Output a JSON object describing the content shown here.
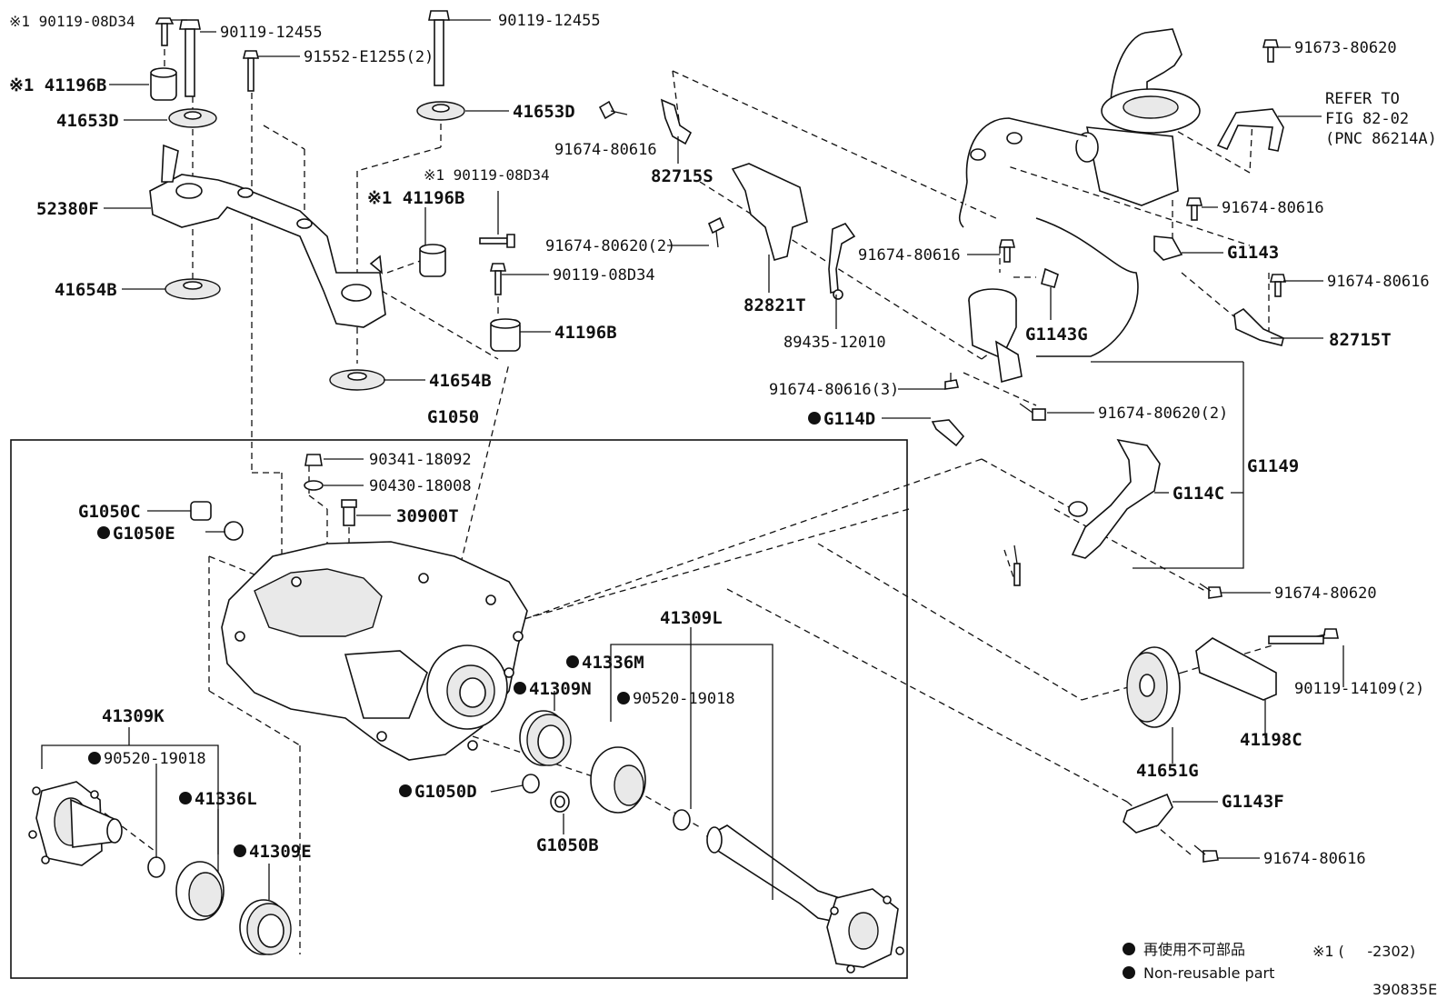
{
  "labels": {
    "p9011908D34_top": "※1 90119-08D34",
    "p9011912455_a": "90119-12455",
    "p9011912455_b": "90119-12455",
    "p91552E1255": "91552-E1255(2)",
    "p41196B_top": "※1 41196B",
    "p41653D_left": "41653D",
    "p41653D_mid": "41653D",
    "p52380F": "52380F",
    "p41654B_left": "41654B",
    "p41654B_mid": "41654B",
    "p9011908D34_mid": "※1 90119-08D34",
    "p41196B_mid": "※1 41196B",
    "p9011908D34_low": "90119-08D34",
    "p41196B_low": "41196B",
    "p9167480616_a": "91674-80616",
    "p82715S": "82715S",
    "p9167480620_2a": "91674-80620(2)",
    "p82821T": "82821T",
    "p8943512010": "89435-12010",
    "p9167380620": "91673-80620",
    "refer1": "REFER TO",
    "refer2": "FIG 82-02",
    "refer3": "(PNC 86214A)",
    "p9167480616_b": "91674-80616",
    "pG1143": "G1143",
    "p9167480616_c": "91674-80616",
    "pG1143G": "G1143G",
    "p9167480616_d": "91674-80616",
    "p82715T": "82715T",
    "p9167480616_3": "91674-80616(3)",
    "p9167480620_2b": "91674-80620(2)",
    "pG114D": "G114D",
    "pG1149": "G1149",
    "pG114C": "G114C",
    "p9167480620_c": "91674-80620",
    "pG1050": "G1050",
    "p9034118092": "90341-18092",
    "p9043018008": "90430-18008",
    "p30900T": "30900T",
    "pG1050C": "G1050C",
    "pG1050E": "G1050E",
    "p41309L": "41309L",
    "p41336M": "41336M",
    "p41309N": "41309N",
    "p9052019018_r": "90520-19018",
    "p41309K": "41309K",
    "p9052019018_l": "90520-19018",
    "p41336L": "41336L",
    "p41309E": "41309E",
    "pG1050D": "G1050D",
    "pG1050B": "G1050B",
    "p9011914109": "90119-14109(2)",
    "p41198C": "41198C",
    "p41651G": "41651G",
    "pG1143F": "G1143F",
    "p9167480616_e": "91674-80616"
  },
  "legend": {
    "non_reusable_jp": "再使用不可部品",
    "non_reusable_en": "Non-reusable part",
    "note1": "※1 (     -2302)"
  },
  "figure_id": "390835E"
}
